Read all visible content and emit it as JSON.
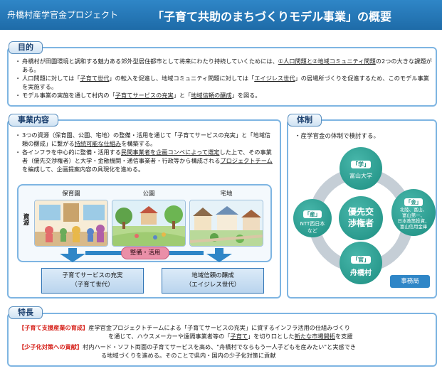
{
  "header": {
    "org": "舟橋村産学官金プロジェクト",
    "title": "「子育て共助のまちづくりモデル事業」の概要"
  },
  "purpose": {
    "label": "目的",
    "b1a": "舟橋村が田園環境と調和する魅力ある郊外型居住都市として将来にわたり持続していくためには、",
    "b1u": "①人口問題と②地域コミュニティ問題",
    "b1b": "の2つの大きな課題がある。",
    "b2a": "人口問題に対しては「",
    "b2u": "子育て世代",
    "b2b": "」の転入を促進し、地域コミュニティ問題に対しては「",
    "b2u2": "エイジレス世代",
    "b2c": "」の居場所づくりを促進するため、このモデル事業を実施する。",
    "b3a": "モデル事業の実施を通して村内の「",
    "b3u": "子育てサービスの充実",
    "b3b": "」と「",
    "b3u2": "地域信頼の醸成",
    "b3c": "」を図る。"
  },
  "business": {
    "label": "事業内容",
    "b1": "3つの資源（保育園、公園、宅地）の整備・活用を通じて「子育てサービスの充実」と「地域信頼の醸成」に繋がる",
    "b1u": "持続可能な仕組み",
    "b1b": "を構築する。",
    "b2a": "各インフラを中心的に整備・活用する",
    "b2u": "民間事業者を企画コンペによって選定",
    "b2b": "した上で、その事業者（優先交渉権者）と大学・金融機関・通信事業者・行政等から構成される",
    "b2u2": "プロジェクトチーム",
    "b2c": "を編成して、企画提案内容の具現化を進める。",
    "resource_label": "資源",
    "photos": [
      "保育園",
      "公園",
      "宅地"
    ],
    "arrow_label": "整備・活用",
    "outcome1_line1": "子育てサービスの充実",
    "outcome1_line2": "（子育て世代）",
    "outcome2_line1": "地域信頼の醸成",
    "outcome2_line2": "（エイジレス世代）"
  },
  "system": {
    "label": "体制",
    "intro": "産学官金の体制で検討する。",
    "gaku_tag": "「学」",
    "gaku_name": "富山大学",
    "san_tag": "「産」",
    "san_name1": "NTT西日本",
    "san_name2": "など",
    "kin_tag": "「金」",
    "kin_names": [
      "北陸、富山、",
      "富山第一、",
      "日本政策投資、",
      "富山信用金庫"
    ],
    "kan_tag": "「官」",
    "kan_name": "舟橋村",
    "center_line1": "優先交",
    "center_line2": "渉権者",
    "secretariat": "事務局"
  },
  "features": {
    "label": "特長",
    "l1_tag": "【子育て支援産業の育成】",
    "l1a": "産学官金プロジェクトチームによる「子育てサービスの充実」に資するインフラ活用の仕組みづくり",
    "l1b": "を通じて、ハウスメーカーや遠隔事業者等の「",
    "l1u": "子育て",
    "l1c": "」を切り口とした",
    "l1u2": "新たな市場開拓",
    "l1d": "を支援",
    "l2_tag": "【少子化対策への貢献】",
    "l2a": "村内ハード・ソフト両面の子育てサービスを高め、\"舟橋村でならもう一人子どもを産みたい\"と実感でき",
    "l2b": "る地域づくりを進める。そのことで県内・国内の少子化対策に貢献"
  }
}
